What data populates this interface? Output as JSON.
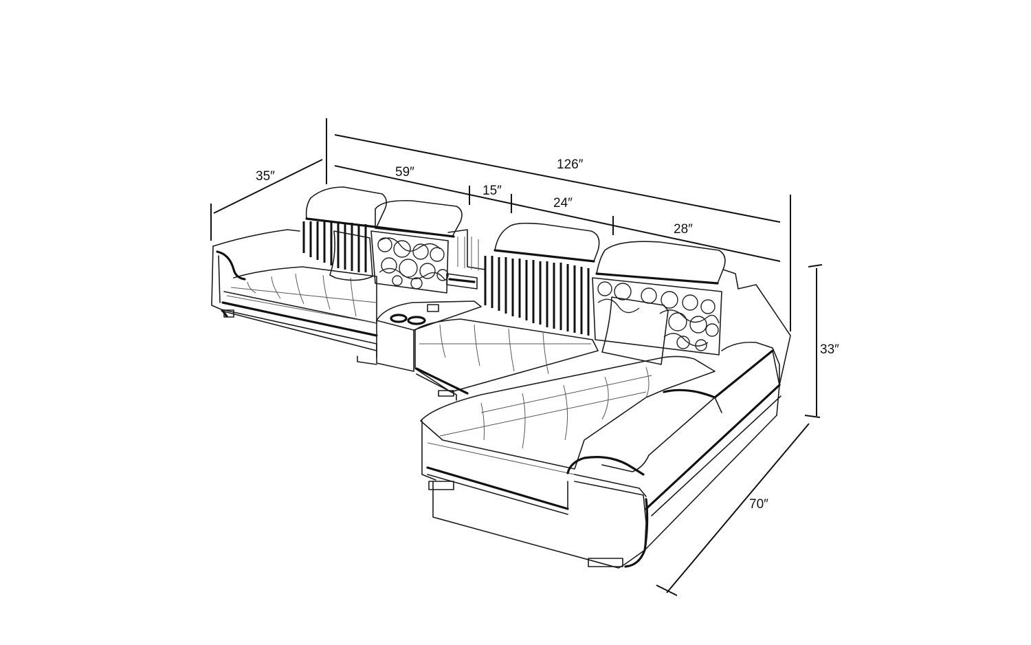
{
  "diagram": {
    "type": "dimension-drawing",
    "subject": "L-shaped sectional sofa",
    "dimensions": {
      "depth": "35″",
      "total_width": "126″",
      "left_section": "59″",
      "console": "15″",
      "middle_seat": "24″",
      "corner_seat": "28″",
      "height": "33″",
      "chaise_length": "70″"
    }
  }
}
